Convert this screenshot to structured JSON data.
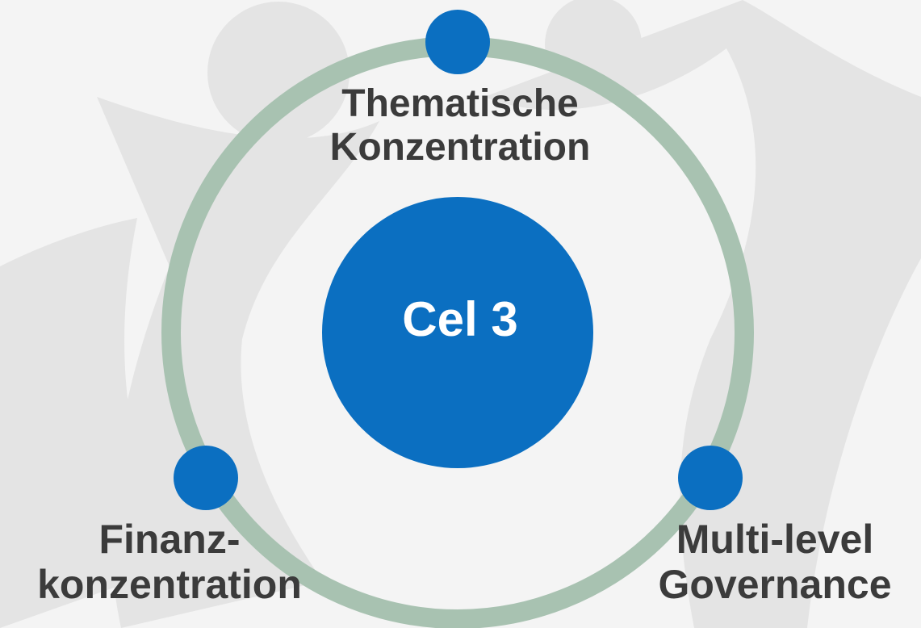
{
  "center": {
    "label": "Cel 3"
  },
  "nodes": {
    "top": {
      "line1": "Thematische",
      "line2": "Konzentration"
    },
    "left": {
      "line1": "Finanz-",
      "line2": "konzentration"
    },
    "right": {
      "line1": "Multi-level",
      "line2": "Governance"
    }
  },
  "colors": {
    "background": "#f4f4f4",
    "watermark": "#e2e2e2",
    "ring": "#a8c2b1",
    "node": "#0b6fc1",
    "text": "#3b3b3b",
    "center_text": "#ffffff"
  }
}
